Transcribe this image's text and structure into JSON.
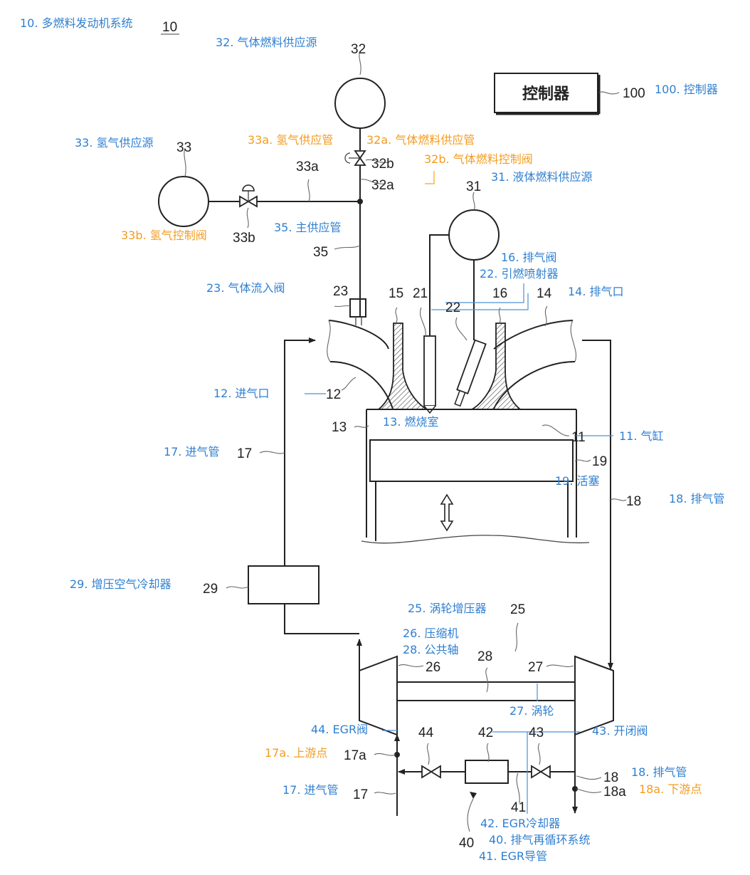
{
  "colors": {
    "line": "#222222",
    "blue_label": "#2f7fd0",
    "orange_label": "#f39c1f"
  },
  "controller_box_text": "控制器",
  "ref_numbers": {
    "n10": "10",
    "n32": "32",
    "n33": "33",
    "n33a": "33a",
    "n33b": "33b",
    "n32a": "32a",
    "n32b": "32b",
    "n35": "35",
    "n31": "31",
    "n100": "100",
    "n23": "23",
    "n15": "15",
    "n21": "21",
    "n22": "22",
    "n16": "16",
    "n14": "14",
    "n12": "12",
    "n13": "13",
    "n11": "11",
    "n17": "17",
    "n19": "19",
    "n18": "18",
    "n29": "29",
    "n25": "25",
    "n28": "28",
    "n26": "26",
    "n27": "27",
    "n44": "44",
    "n42": "42",
    "n43": "43",
    "n17a": "17a",
    "n17b": "17",
    "n18b": "18",
    "n18a": "18a",
    "n41": "41",
    "n40": "40"
  },
  "labels": {
    "l10": "10. 多燃料发动机系统",
    "l32": "32. 气体燃料供应源",
    "l100": "100. 控制器",
    "l33": "33. 氢气供应源",
    "l33a": "33a. 氢气供应管",
    "l32a": "32a. 气体燃料供应管",
    "l32b": "32b. 气体燃料控制阀",
    "l31": "31. 液体燃料供应源",
    "l33b": "33b. 氢气控制阀",
    "l35": "35. 主供应管",
    "l16": "16. 排气阀",
    "l22": "22. 引燃喷射器",
    "l23": "23. 气体流入阀",
    "l14": "14. 排气口",
    "l12": "12. 进气口",
    "l13": "13. 燃烧室",
    "l11": "11. 气缸",
    "l17": "17. 进气管",
    "l19": "19. 活塞",
    "l18": "18. 排气管",
    "l29": "29. 增压空气冷却器",
    "l25": "25. 涡轮增压器",
    "l26": "26. 压缩机",
    "l28": "28. 公共轴",
    "l27": "27. 涡轮",
    "l44": "44. EGR阀",
    "l43": "43. 开闭阀",
    "l17a": "17a. 上游点",
    "l18b": "18. 排气管",
    "l17b": "17. 进气管",
    "l18a": "18a. 下游点",
    "l42": "42. EGR冷却器",
    "l40": "40. 排气再循环系统",
    "l41": "41. EGR导管"
  }
}
